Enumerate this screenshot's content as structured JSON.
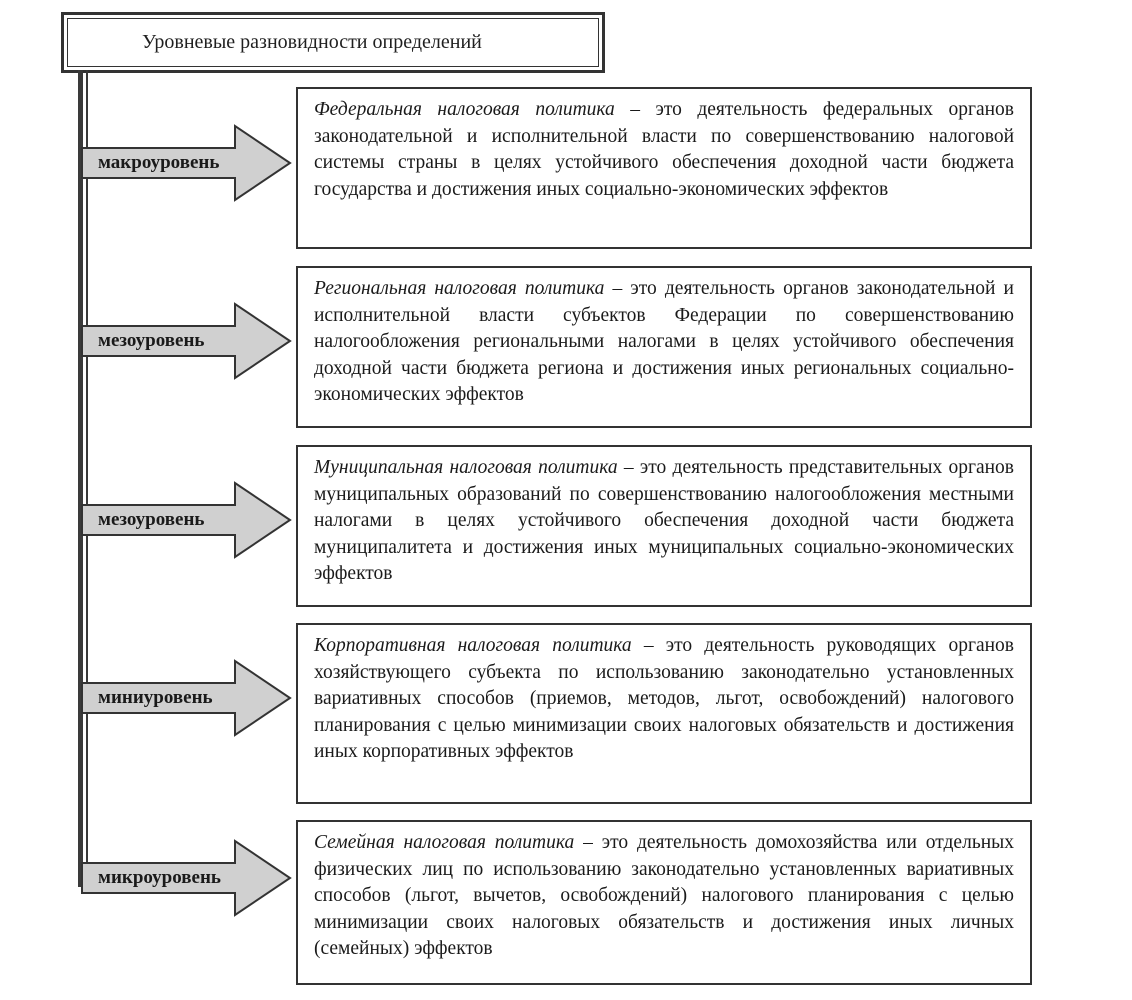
{
  "title": "Уровневые разновидности определений",
  "levels": [
    {
      "label": "макроуровень",
      "term": "Федеральная налоговая политика",
      "text": " – это деятельность федеральных органов законодательной и исполнительной власти по совершенствованию налоговой системы страны в целях устойчивого обеспечения доходной части бюджета государства и достижения иных социально-экономических эффектов"
    },
    {
      "label": "мезоуровень",
      "term": "Региональная налоговая политика",
      "text": " – это деятельность органов законодательной и исполнительной власти субъектов Федерации по совершенствованию налогообложения региональными налогами в целях устойчивого обеспечения доходной части бюджета региона и достижения иных региональных социально-экономических эффектов"
    },
    {
      "label": "мезоуровень",
      "term": "Муниципальная налоговая политика",
      "text": " – это деятельность представительных органов муниципальных образований по совершенствованию налогообложения местными налогами в целях устойчивого обеспечения доходной части бюджета муниципалитета и достижения иных муниципальных социально-экономических эффектов"
    },
    {
      "label": "миниуровень",
      "term": "Корпоративная налоговая политика",
      "text": " – это деятельность руководящих органов хозяйствующего субъекта по использованию законодательно установленных вариативных способов (приемов, методов, льгот, освобождений) налогового планирования с целью минимизации своих налоговых обязательств и достижения иных корпоративных эффектов"
    },
    {
      "label": "микроуровень",
      "term": "Семейная налоговая политика",
      "text": " – это деятельность домохозяйства или отдельных физических лиц по использованию законодательно установленных вариативных способов (льгот, вычетов, освобождений) налогового планирования с целью минимизации своих налоговых обязательств и достижения иных личных (семейных) эффектов"
    }
  ]
}
